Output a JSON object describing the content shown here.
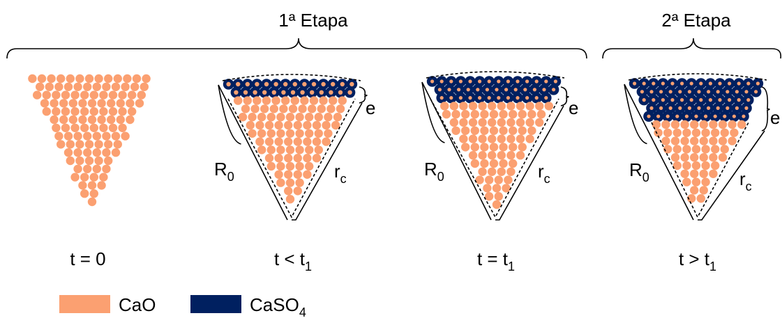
{
  "stages": [
    {
      "label": "1ª Etapa"
    },
    {
      "label": "2ª Etapa"
    }
  ],
  "panels": [
    {
      "time_label": "t = 0"
    },
    {
      "time_label": "t < t",
      "time_sub": "1",
      "R_label": "R",
      "R_sub": "0",
      "r_label": "r",
      "r_sub": "c",
      "e_label": "e"
    },
    {
      "time_label": "t = t",
      "time_sub": "1",
      "R_label": "R",
      "R_sub": "0",
      "r_label": "r",
      "r_sub": "c",
      "e_label": "e"
    },
    {
      "time_label": "t > t",
      "time_sub": "1",
      "R_label": "R",
      "R_sub": "0",
      "r_label": "r",
      "r_sub": "c",
      "e_label": "e"
    }
  ],
  "legend": [
    {
      "label": "CaO",
      "color": "#FBA071"
    },
    {
      "label": "CaSO",
      "sub": "4",
      "color": "#002060"
    }
  ],
  "colors": {
    "cao": "#FBA071",
    "caso4": "#002060",
    "line": "#000000"
  }
}
